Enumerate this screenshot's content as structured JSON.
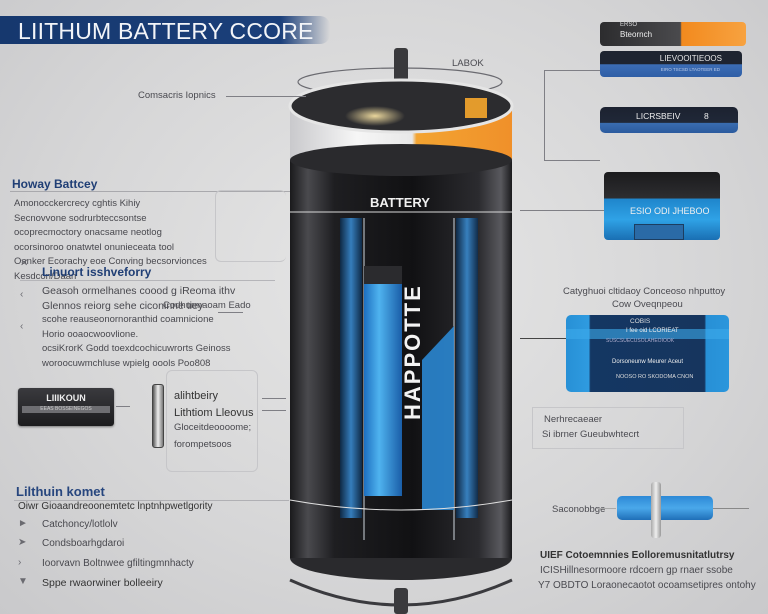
{
  "title": "LIITHUM BATTERY CCORE",
  "colors": {
    "title_banner": "#1b3f7a",
    "heading_blue": "#1f3e75",
    "battery_body": "#1c1c1e",
    "accent_orange": "#f39a2a",
    "accent_blue": "#2a8fd6"
  },
  "center_battery": {
    "top_label": "LABOK",
    "band_label": "BATTERY",
    "vertical_label": "HAPPOTTE",
    "top_callout": "Comsacris Iopnics"
  },
  "left_panels": [
    {
      "heading": "Howay Battcey",
      "lines": [
        "Amonocckercrecy cghtis Kihiy",
        "Secnovvone sodrurbteccsontse",
        "ocoprecmoctory onacsame neotlog",
        "ocorsinoroo onatwtel onunieceata tool",
        "Oanker Ecorachy eoe Conving becsorvionces",
        "Kesdcon/Daan"
      ],
      "callout": "Codhurmaoam Eado"
    },
    {
      "heading": "Linuort isshveforry",
      "lines": [
        "Geasoh ormelhanes coood g iReoma ithv",
        "Glennos reiorg sehe ciconinne tiey",
        "scohe reauseonornoranthid coamnicione",
        "Horio ooaocwoovlione.",
        "ocsiKrorK Godd toexdcochicuwrorts Geinoss",
        "woroocuwmchluse wpielg oools Poo808"
      ],
      "bullet_icons": [
        "arrow-icon",
        "chevron-icon",
        "chevron-icon"
      ]
    },
    {
      "heading": "Lilthuin komet",
      "subheading": "Oiwr Gioaandreoonemtetc lnptnhpwetlgority",
      "items": [
        "Catchoncy/lotlolv",
        "Condsboarhgdaroi",
        "Ioorvavn Boltnwee gfiltingmnhacty",
        "Sppe rwaorwiner bolleeiry"
      ]
    }
  ],
  "left_cells": {
    "prismatic_cell": {
      "label": "LIIIKOUN",
      "sub_label": "EEAS BOSSEINEGOS"
    },
    "coin_cell_labels": [
      "alihtbeiry",
      "Lithtiom Lleovus",
      "Gloceitdeoooome;",
      "forompetsoos"
    ]
  },
  "right_components": {
    "cells": [
      {
        "label": "Bteornch",
        "top_text": "ERSO"
      },
      {
        "label": "LIEVOOITIEOOS",
        "sub": "EIRO TSCSD LTAOTEER ED"
      },
      {
        "label": "LICRSBEIV",
        "number": "8"
      }
    ],
    "module": {
      "label": "ESIO ODI JHEBOO"
    },
    "module_caption": [
      "Catyghuoi cltidaoy Conceoso nhputtoy",
      "Cow Oveqnpeou"
    ],
    "pack": {
      "lines": [
        "COBIS",
        "I fee oid LCORIEAT",
        "SUSCSUECUSOLAHEOIOOK",
        "Dorsoneunw Meurer Aceut",
        "NOOSO RO SKODOMA CNON"
      ]
    },
    "pack_caption": [
      "Nerhrecaeaer",
      "Si ibrner Gueubwhtecrt"
    ],
    "connector_label": "Saconobbge",
    "bottom_caption": [
      "UIEF Cotoemnnies Eolloremusnitatlutrsy",
      "ICISHillnesormoore rdcoern gp rnaer ssobe",
      "Y7 OBDTO Loraonecaotot ocoamsetipres ontohy"
    ]
  }
}
